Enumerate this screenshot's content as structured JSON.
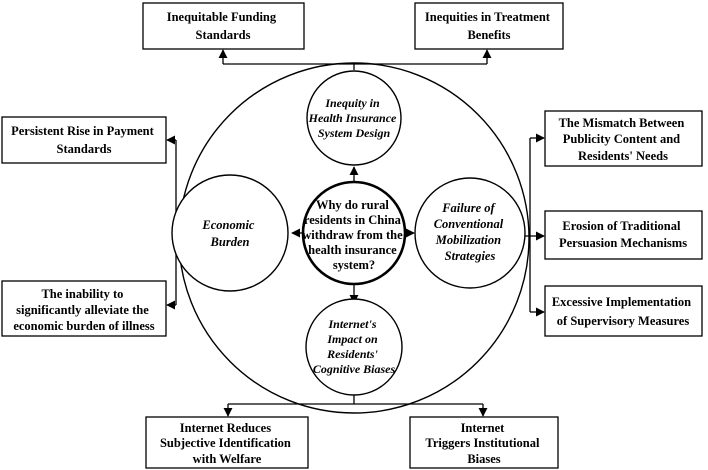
{
  "center": {
    "lines": [
      "Why do rural",
      "residents in China",
      "withdraw from the",
      "health insurance",
      "system?"
    ]
  },
  "circles": {
    "top": {
      "lines": [
        "Inequity in",
        "Health Insurance",
        "System Design"
      ]
    },
    "left": {
      "lines": [
        "Economic",
        "Burden"
      ]
    },
    "right": {
      "lines": [
        "Failure of",
        "Conventional",
        "Mobilization",
        "Strategies"
      ]
    },
    "bottom": {
      "lines": [
        "Internet's",
        "Impact on",
        "Residents'",
        "Cognitive Biases"
      ]
    }
  },
  "boxes": {
    "top_left": {
      "lines": [
        "Inequitable Funding",
        "Standards"
      ]
    },
    "top_right": {
      "lines": [
        "Inequities in Treatment",
        "Benefits"
      ]
    },
    "left_top": {
      "lines": [
        "Persistent Rise in Payment",
        "Standards"
      ]
    },
    "left_bottom": {
      "lines": [
        "The inability to",
        "significantly alleviate the",
        "economic burden of illness"
      ]
    },
    "right_1": {
      "lines": [
        "The Mismatch Between",
        "Publicity Content and",
        "Residents' Needs"
      ]
    },
    "right_2": {
      "lines": [
        "Erosion of Traditional",
        "Persuasion Mechanisms"
      ]
    },
    "right_3": {
      "lines": [
        "Excessive Implementation",
        "of Supervisory Measures"
      ]
    },
    "bottom_left": {
      "lines": [
        "Internet Reduces",
        "Subjective Identification",
        "with Welfare"
      ]
    },
    "bottom_right": {
      "lines": [
        "Internet",
        "Triggers Institutional",
        "Biases"
      ]
    }
  }
}
